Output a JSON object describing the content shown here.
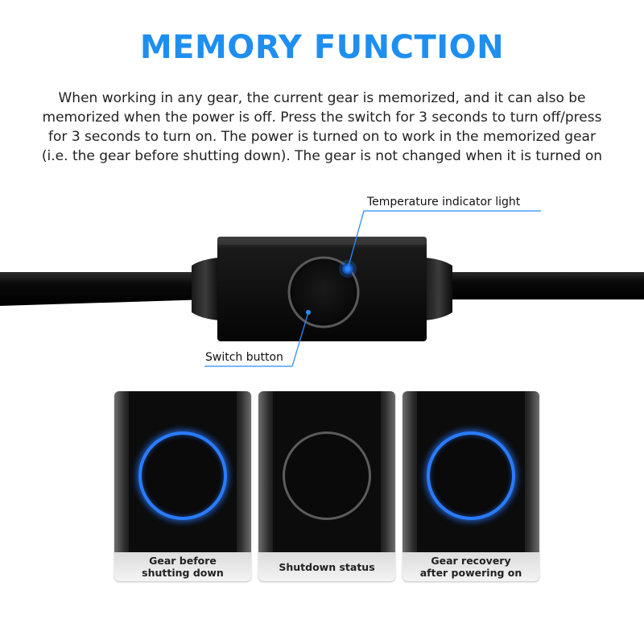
{
  "title": "MEMORY FUNCTION",
  "description": {
    "lines": [
      "When working in any gear, the current gear is memorized, and it can also be",
      "memorized when the power is off. Press the switch for 3 seconds to turn off/press",
      "for 3 seconds to turn on. The power is turned on to work in the memorized gear",
      "(i.e. the gear before shutting down). The gear is not changed when it is turned on"
    ]
  },
  "callouts": {
    "temperature": "Temperature indicator light",
    "switch": "Switch button"
  },
  "colors": {
    "accent": "#1e8ff0",
    "ring_on": "#2a7cff",
    "ring_off": "#5c5c5c"
  },
  "cards": [
    {
      "label_lines": [
        "Gear before",
        "shutting down"
      ],
      "state": "on"
    },
    {
      "label_lines": [
        "Shutdown status"
      ],
      "state": "off"
    },
    {
      "label_lines": [
        "Gear recovery",
        "after powering on"
      ],
      "state": "on"
    }
  ]
}
